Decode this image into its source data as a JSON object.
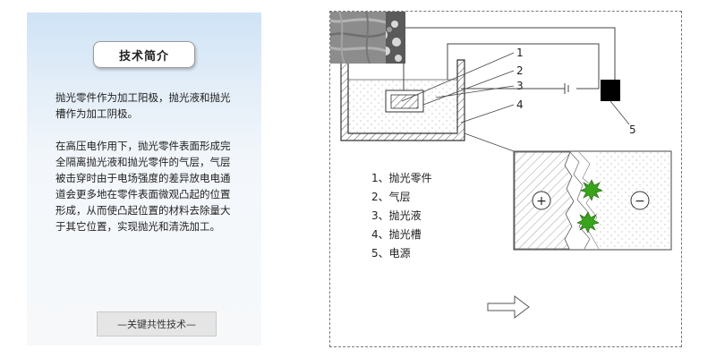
{
  "intro": {
    "title": "技术简介",
    "paragraph1": "抛光零件作为加工阳极，抛光液和抛光槽作为加工阴极。",
    "paragraph2": "在高压电作用下，抛光零件表面形成完全隔离抛光液和抛光零件的气层，气层被击穿时由于电场强度的差异放电电通道会更多地在零件表面微观凸起的位置形成，从而使凸起位置的材料去除量大于其它位置，实现抛光和清洗加工。",
    "key_button": "—关键共性技术—"
  },
  "diagram": {
    "callouts": [
      "1",
      "2",
      "3",
      "4",
      "5"
    ],
    "legend": [
      "1、抛光零件",
      "2、气层",
      "3、抛光液",
      "4、抛光槽",
      "5、电源"
    ],
    "zoom_symbols": {
      "anode": "+",
      "cathode": "−"
    }
  },
  "colors": {
    "panel_top": "#cfe3f5",
    "spark": "#3aa31c",
    "power_source": "#000000",
    "arrow_fill": "#ffffff"
  },
  "icons": {
    "process_arrow": "right-arrow-icon",
    "spark": "spark-icon"
  }
}
